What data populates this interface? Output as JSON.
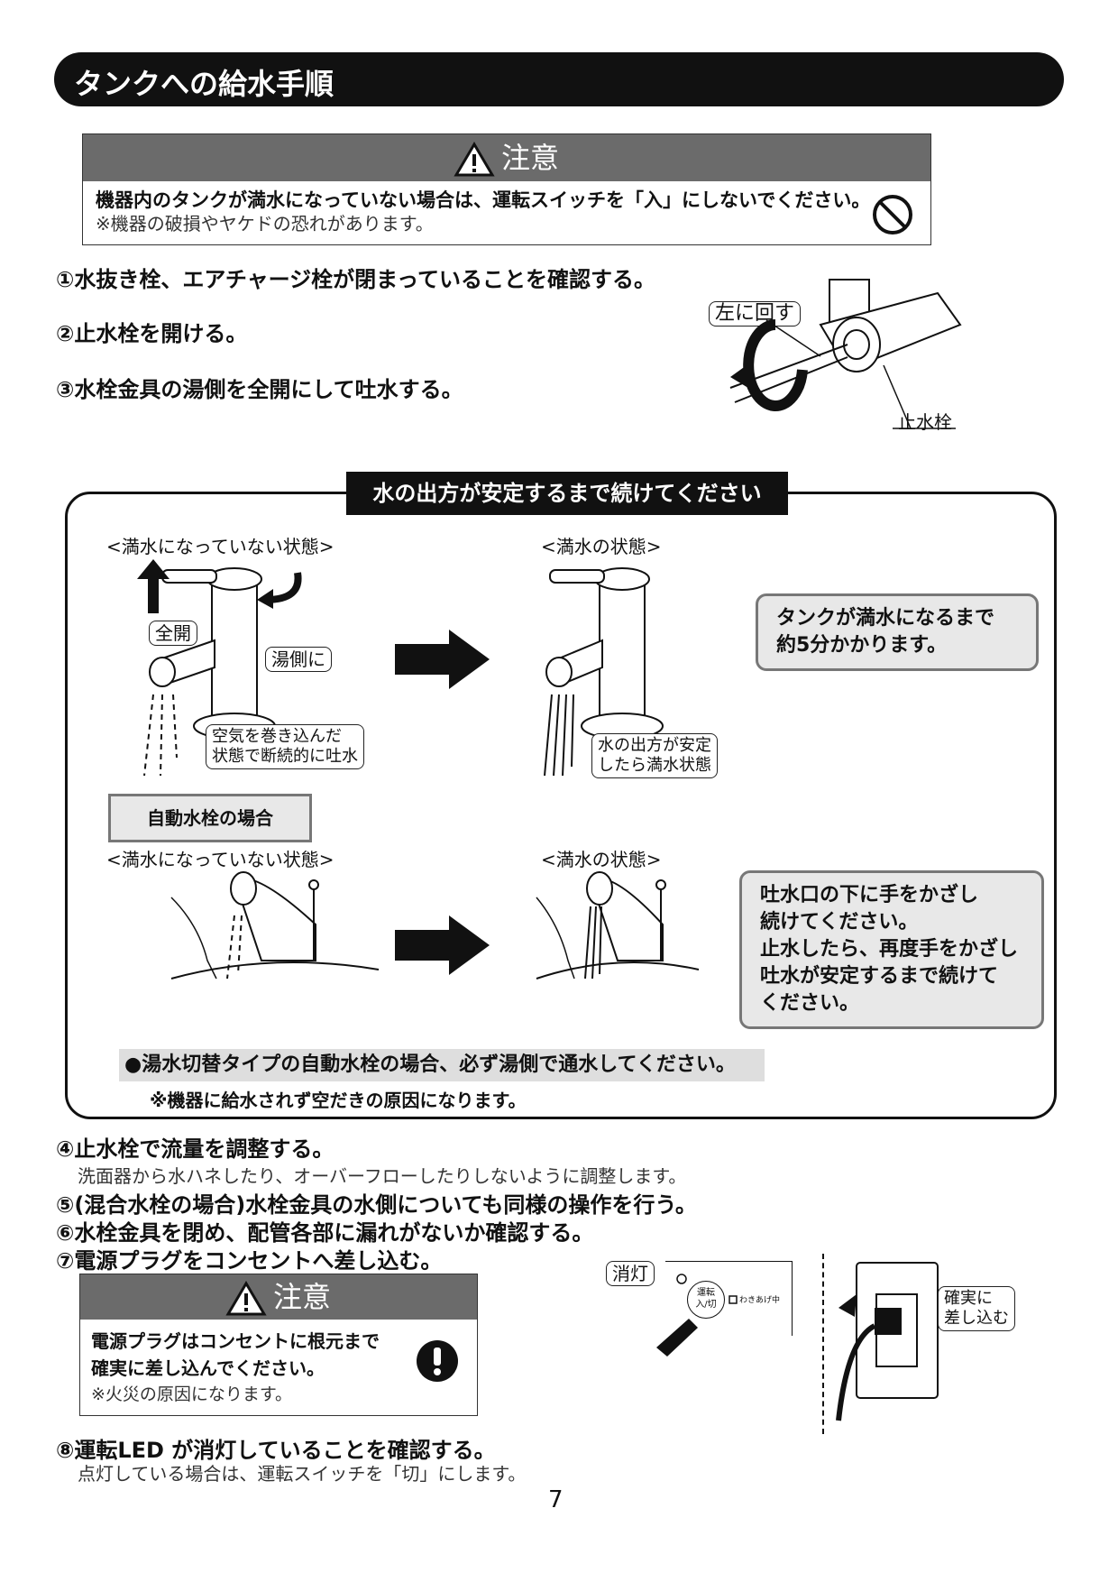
{
  "header": {
    "title": "タンクへの給水手順"
  },
  "caution1": {
    "title": "注意",
    "line1": "機器内のタンクが満水になっていない場合は、運転スイッチを「入」にしないでください。",
    "line2": "※機器の破損やヤケドの恐れがあります。"
  },
  "steps_top": [
    "①水抜き栓、エアチャージ栓が閉まっていることを確認する。",
    "②止水栓を開ける。",
    "③水栓金具の湯側を全開にして吐水する。"
  ],
  "valve_figure": {
    "turn_left": "左に回す",
    "valve_label": "止水栓"
  },
  "panel": {
    "title": "水の出方が安定するまで続けてください",
    "not_full_label": "<満水になっていない状態>",
    "full_label": "<満水の状態>",
    "full_open": "全開",
    "to_hot": "湯側に",
    "air_note": [
      "空気を巻き込んだ",
      "状態で断続的に吐水"
    ],
    "stable_note": [
      "水の出方が安定",
      "したら満水状態"
    ],
    "info1": [
      "タンクが満水になるまで",
      "約5分かかります。"
    ],
    "auto_title": "自動水栓の場合",
    "info2": [
      "吐水口の下に手をかざし",
      "続けてください。",
      "止水したら、再度手をかざし",
      "吐水が安定するまで続けて",
      "ください。"
    ],
    "note_bold": "●湯水切替タイプの自動水栓の場合、必ず湯側で通水してください。",
    "note_sub": "※機器に給水されず空だきの原因になります。"
  },
  "steps_bottom": {
    "s4": "④止水栓で流量を調整する。",
    "s4_sub": "洗面器から水ハネしたり、オーバーフローしたりしないように調整します。",
    "s5": "⑤(混合水栓の場合)水栓金具の水側についても同様の操作を行う。",
    "s6": "⑥水栓金具を閉め、配管各部に漏れがないか確認する。",
    "s7": "⑦電源プラグをコンセントへ差し込む。",
    "s8": "⑧運転LED が消灯していることを確認する。",
    "s8_sub": "点灯している場合は、運転スイッチを「切」にします。"
  },
  "caution2": {
    "title": "注意",
    "line1": "電源プラグはコンセントに根元まで",
    "line2": "確実に差し込んでください。",
    "line3": "※火災の原因になります。"
  },
  "plug_figure": {
    "off_label": "消灯",
    "switch_label": [
      "運転",
      "入/切"
    ],
    "heating_label": "わきあげ中",
    "insert_label": [
      "確実に",
      "差し込む"
    ]
  },
  "page_number": "7"
}
